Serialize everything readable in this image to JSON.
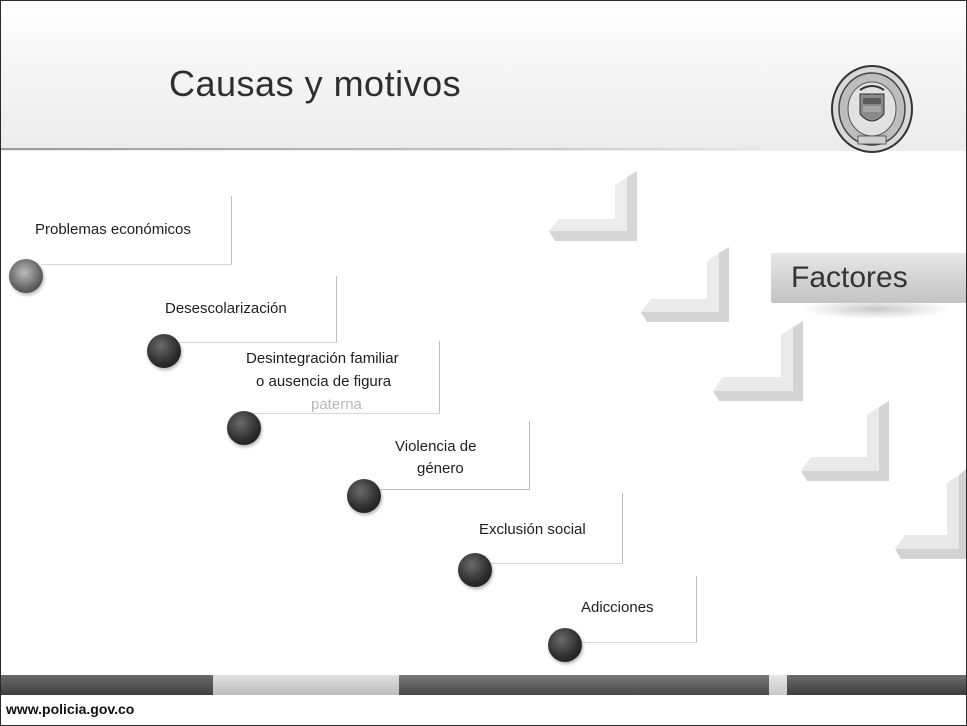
{
  "slide": {
    "title": "Causas y motivos",
    "factores_label": "Factores",
    "footer_url": "www.policia.gov.co",
    "items": [
      {
        "lines": [
          "Problemas económicos"
        ]
      },
      {
        "lines": [
          "Desescolarización"
        ]
      },
      {
        "lines": [
          "Desintegración familiar",
          "o ausencia de figura",
          "paterna"
        ]
      },
      {
        "lines": [
          "Violencia de",
          "género"
        ]
      },
      {
        "lines": [
          "Exclusión social"
        ]
      },
      {
        "lines": [
          "Adicciones"
        ]
      }
    ]
  },
  "icons": {
    "seal": "national-police-seal-icon",
    "bullet": "circle-bullet-icon",
    "arrow": "chevron-arrow-icon"
  },
  "colors": {
    "title": "#2e2e2e",
    "bullet": "#2b2b2b",
    "footer_bar_dark": "#4a4a4a",
    "footer_bar_light": "#c8c8c8"
  }
}
